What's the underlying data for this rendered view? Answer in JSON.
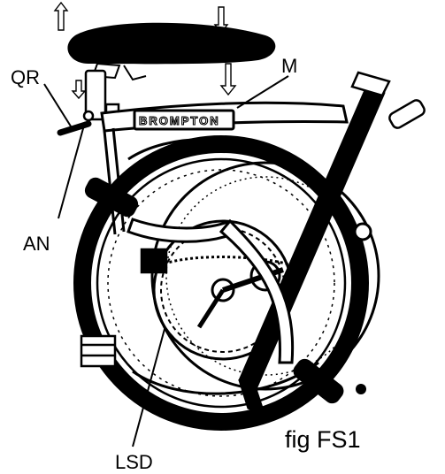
{
  "labels": {
    "qr": "QR",
    "m": "M",
    "an": "AN",
    "lsd": "LSD"
  },
  "caption": "fig FS1",
  "frame_logo_text": "BROMPTON",
  "colors": {
    "ink": "#000000",
    "paper": "#ffffff"
  }
}
